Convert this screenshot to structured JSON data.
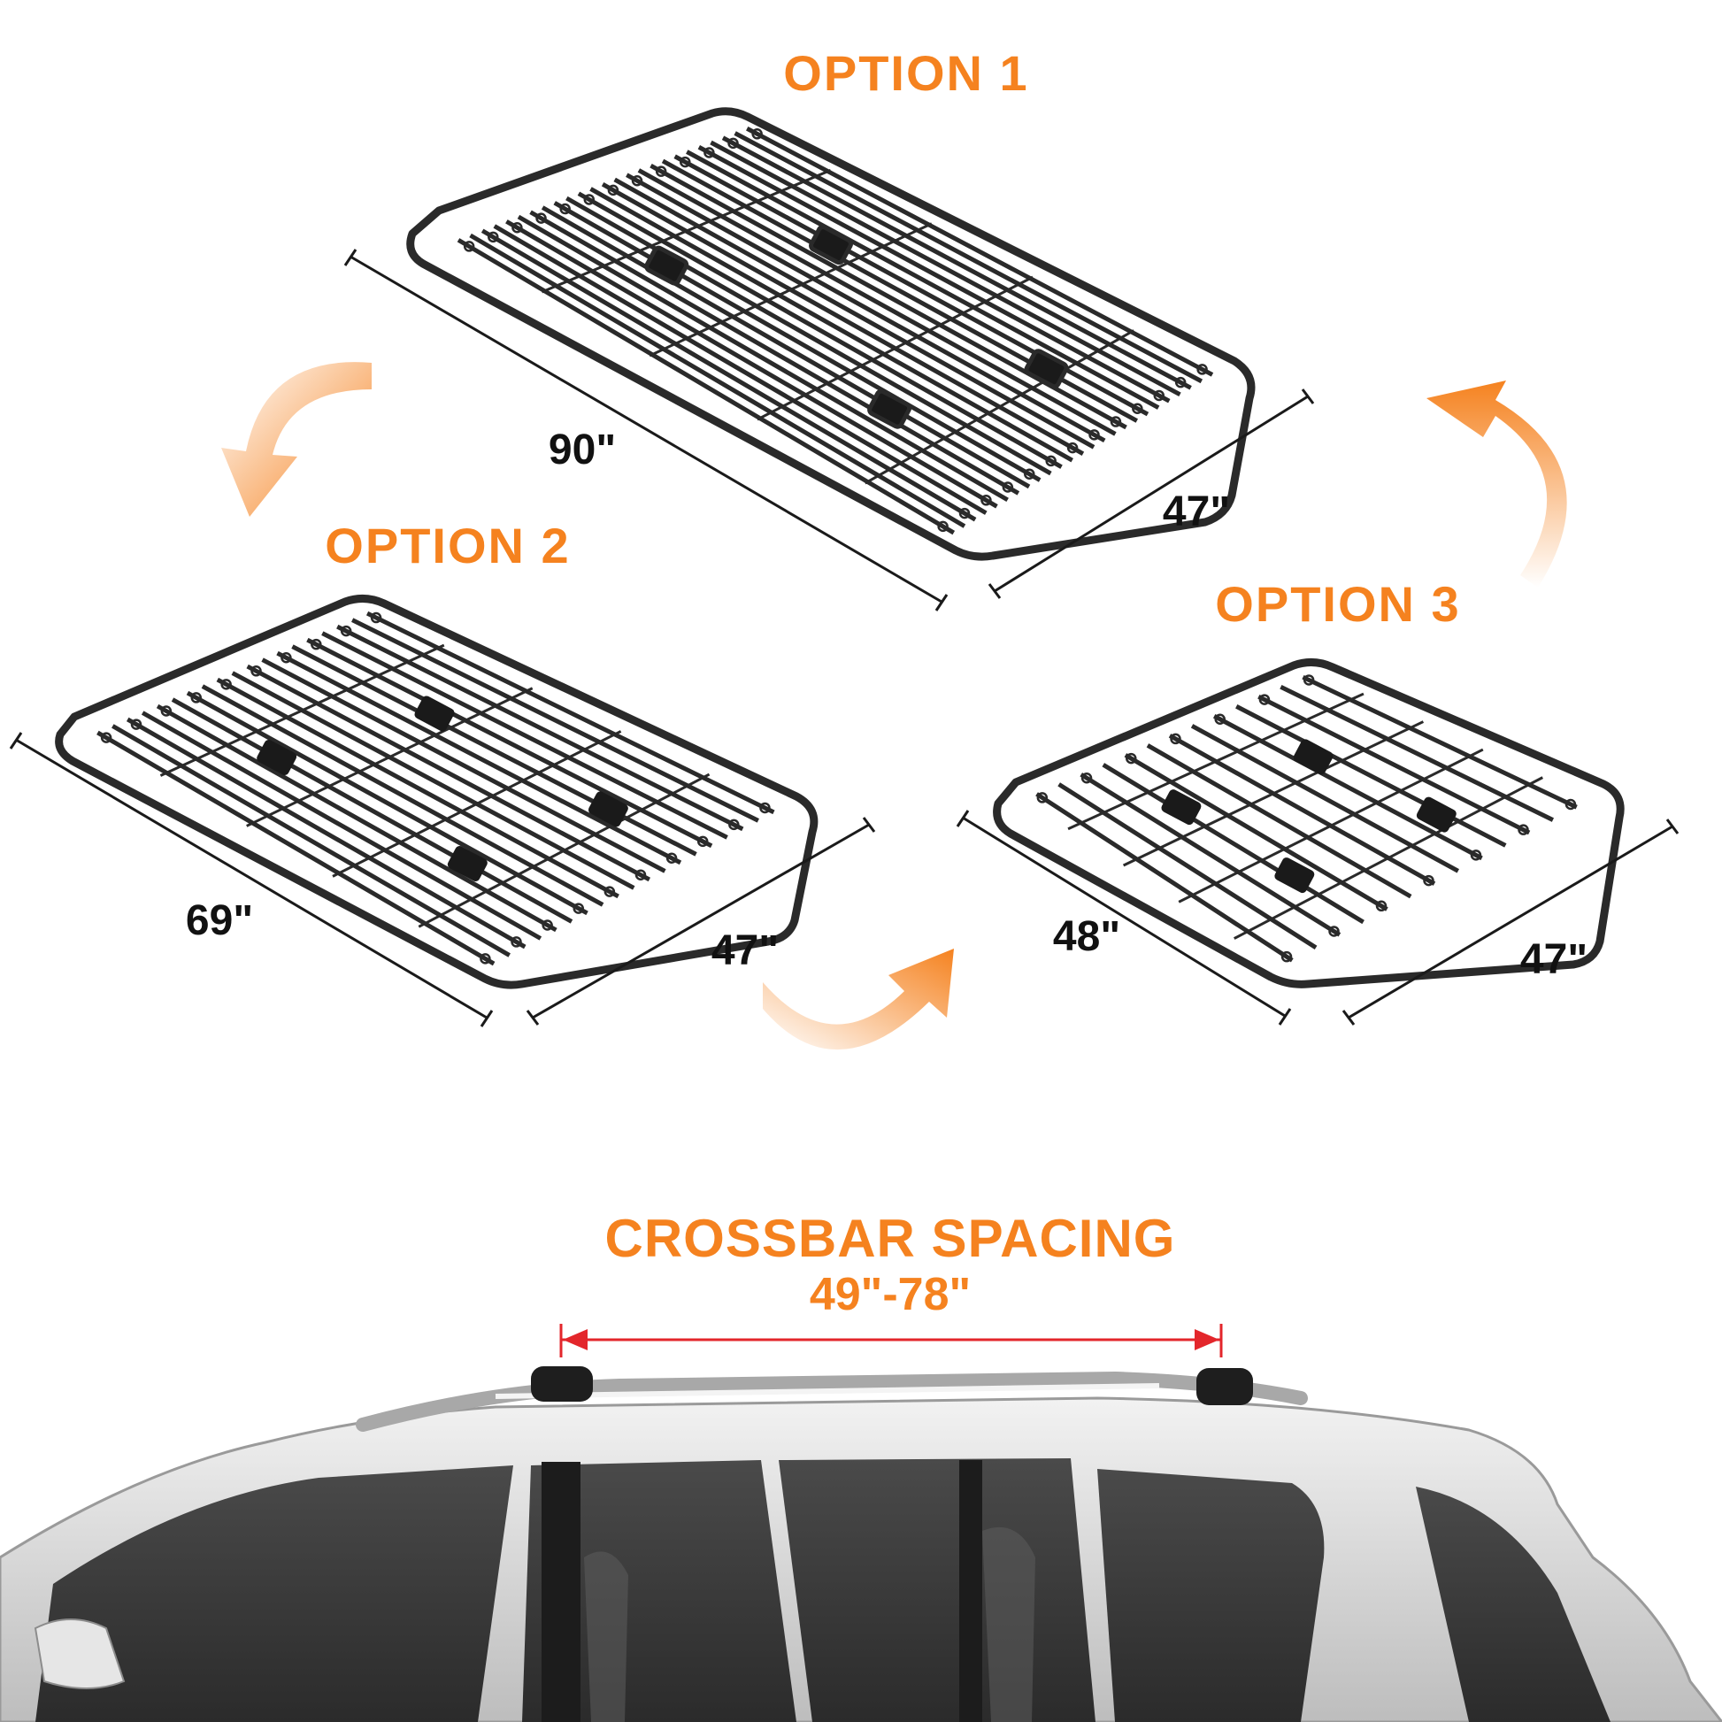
{
  "colors": {
    "accent": "#f5821f",
    "rack": "#2a2a2a",
    "dimension_line": "#1a1a1a",
    "measure_arrow": "#e3262b",
    "car_body": "#dcdcdc",
    "car_glass": "#3a3a3a"
  },
  "options": [
    {
      "title": "OPTION 1",
      "length_label": "90\"",
      "width_label": "47\""
    },
    {
      "title": "OPTION 2",
      "length_label": "69\"",
      "width_label": "47\""
    },
    {
      "title": "OPTION 3",
      "length_label": "48\"",
      "width_label": "47\""
    }
  ],
  "crossbar": {
    "title": "CROSSBAR SPACING",
    "range": "49\"-78\""
  },
  "icons": {
    "cycle_arrow": "curved-arrow-icon",
    "rack": "roof-basket-icon",
    "vehicle": "suv-icon"
  }
}
